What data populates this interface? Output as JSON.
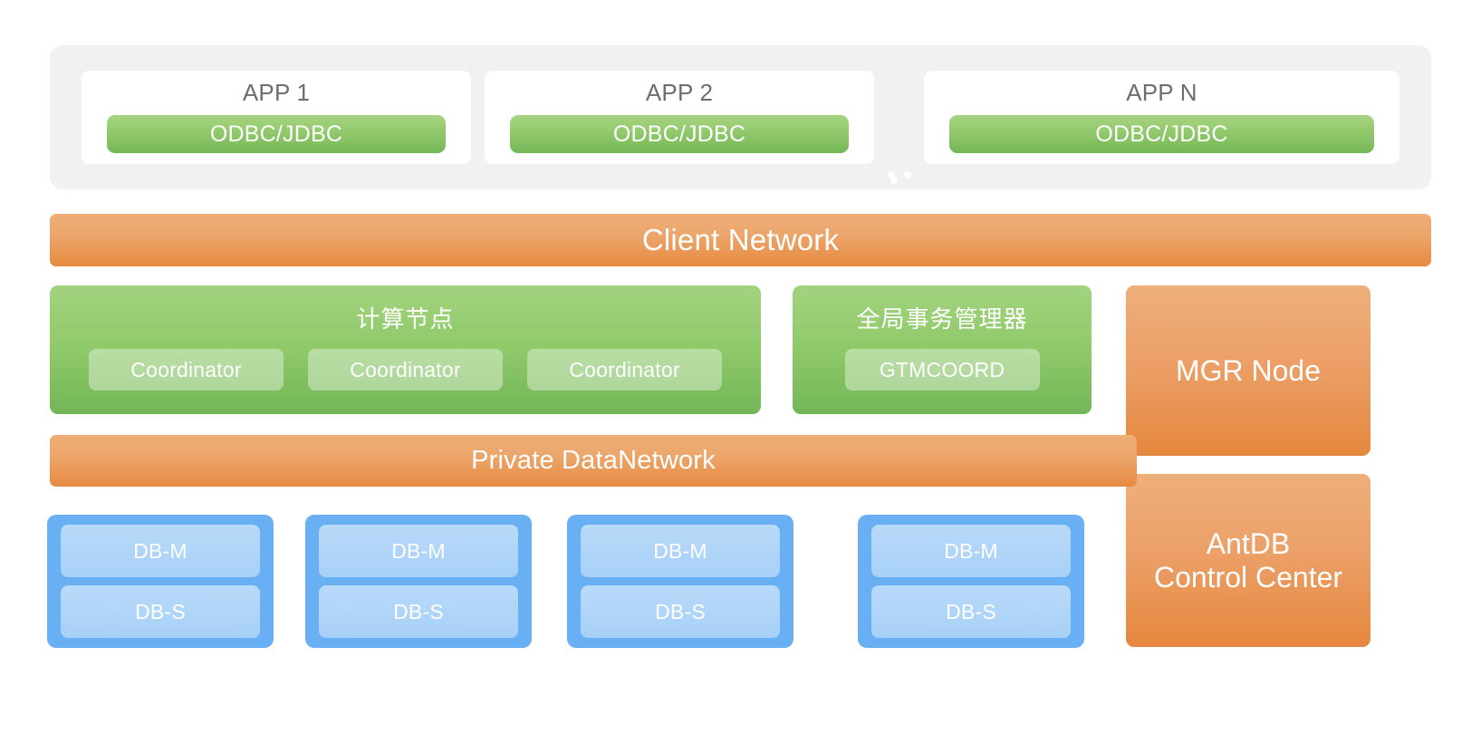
{
  "diagram": {
    "app_panel": {
      "apps": [
        {
          "title": "APP 1",
          "driver": "ODBC/JDBC"
        },
        {
          "title": "APP 2",
          "driver": "ODBC/JDBC"
        },
        {
          "title": "APP N",
          "driver": "ODBC/JDBC"
        }
      ],
      "ellipsis": "··"
    },
    "client_network": {
      "label": "Client Network"
    },
    "compute_node": {
      "title": "计算节点",
      "coordinators": [
        "Coordinator",
        "Coordinator",
        "Coordinator"
      ]
    },
    "gtm_node": {
      "title": "全局事务管理器",
      "members": [
        "GTMCOORD"
      ]
    },
    "private_network": {
      "label": "Private DataNetwork"
    },
    "side_panels": [
      {
        "label": "MGR Node"
      },
      {
        "label_line1": "AntDB",
        "label_line2": "Control Center"
      }
    ],
    "db_groups": [
      {
        "master": "DB-M",
        "slave": "DB-S"
      },
      {
        "master": "DB-M",
        "slave": "DB-S"
      },
      {
        "master": "DB-M",
        "slave": "DB-S"
      },
      {
        "master": "DB-M",
        "slave": "DB-S"
      }
    ]
  },
  "colors": {
    "orange_top": "#eeaf79",
    "orange_bottom": "#e5873e",
    "green_top": "#a3d37f",
    "green_bottom": "#72b657",
    "blue_group": "#69aff4",
    "blue_chip": "#aed4f8",
    "panel_grey": "#f1f1f1",
    "app_title_grey": "#6d6d6d"
  }
}
